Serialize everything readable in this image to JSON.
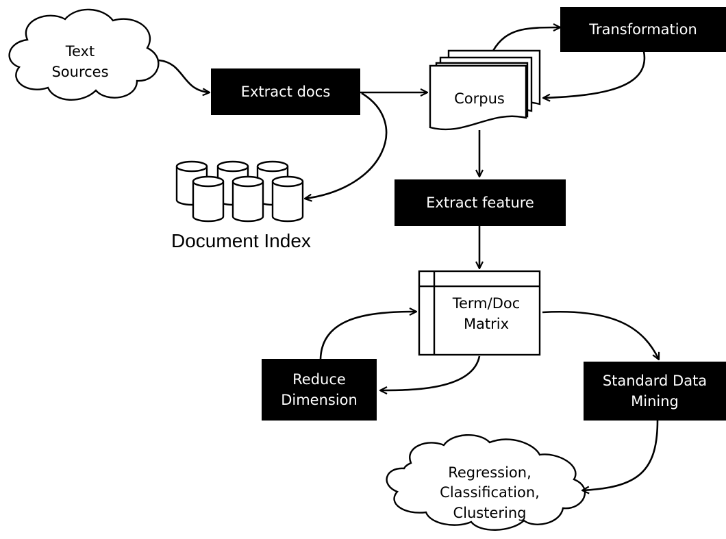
{
  "nodes": {
    "text_sources": {
      "line1": "Text",
      "line2": "Sources"
    },
    "extract_docs": "Extract docs",
    "transformation": "Transformation",
    "corpus": "Corpus",
    "document_index": "Document Index",
    "extract_feature": "Extract feature",
    "term_doc_matrix": {
      "line1": "Term/Doc",
      "line2": "Matrix"
    },
    "reduce_dimension": {
      "line1": "Reduce",
      "line2": "Dimension"
    },
    "standard_data_mining": {
      "line1": "Standard Data",
      "line2": "Mining"
    },
    "results": {
      "line1": "Regression,",
      "line2": "Classification,",
      "line3": "Clustering"
    }
  },
  "edges": [
    {
      "from": "text_sources",
      "to": "extract_docs"
    },
    {
      "from": "extract_docs",
      "to": "corpus"
    },
    {
      "from": "extract_docs",
      "to": "document_index"
    },
    {
      "from": "corpus",
      "to": "transformation"
    },
    {
      "from": "transformation",
      "to": "corpus"
    },
    {
      "from": "corpus",
      "to": "extract_feature"
    },
    {
      "from": "extract_feature",
      "to": "term_doc_matrix"
    },
    {
      "from": "term_doc_matrix",
      "to": "reduce_dimension"
    },
    {
      "from": "reduce_dimension",
      "to": "term_doc_matrix"
    },
    {
      "from": "term_doc_matrix",
      "to": "standard_data_mining"
    },
    {
      "from": "standard_data_mining",
      "to": "results"
    }
  ]
}
